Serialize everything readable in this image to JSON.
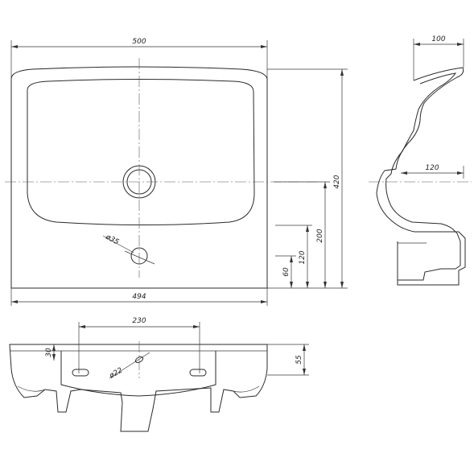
{
  "dimensions": {
    "width_top": "500",
    "width_bottom": "494",
    "depth": "100",
    "side_120": "120",
    "height_420": "420",
    "height_200": "200",
    "height_120": "120",
    "height_60": "60",
    "dia_35": "ø35",
    "span_230": "230",
    "bottom_30": "30",
    "bottom_55": "55",
    "dia_22": "ø22"
  }
}
